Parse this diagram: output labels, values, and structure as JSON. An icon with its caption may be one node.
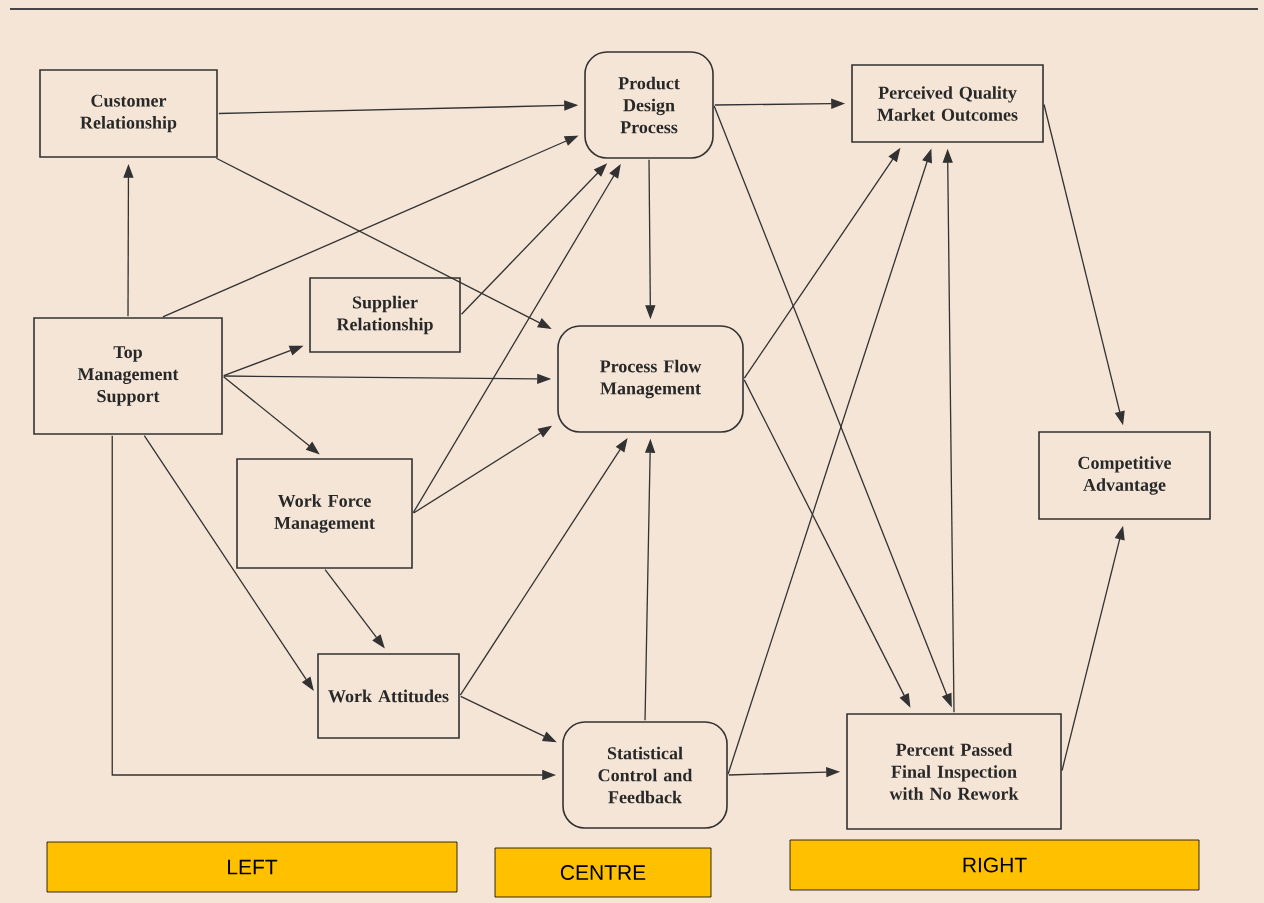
{
  "diagram": {
    "nodes": [
      {
        "text": [
          "Customer Relationship"
        ]
      },
      {
        "text": [
          "Product Design Process"
        ]
      },
      {
        "text": [
          "Perceived Quality Market Outcomes"
        ]
      },
      {
        "text": [
          "Supplier Relationship"
        ]
      },
      {
        "text": [
          "Top Management Support"
        ]
      },
      {
        "text": [
          "Process Flow Management"
        ]
      },
      {
        "text": [
          "Work Force Management"
        ]
      },
      {
        "text": [
          "Competitive Advantage"
        ]
      },
      {
        "text": [
          "Work Attitudes"
        ]
      },
      {
        "text": [
          "Statistical Control and Feedback"
        ]
      },
      {
        "text": [
          "Percent Passed Final Inspection with No Rework"
        ]
      },
      {
        "text": [
          "LEFT"
        ]
      },
      {
        "text": [
          "CENTRE"
        ]
      },
      {
        "text": [
          "RIGHT"
        ]
      }
    ],
    "edges": [
      {
        "from": 0,
        "to": 1,
        "arrow": "to"
      },
      {
        "from": 0,
        "to": 5,
        "arrow": "to"
      },
      {
        "from": 4,
        "to": 0,
        "arrow": "to"
      },
      {
        "from": 4,
        "to": 1,
        "arrow": "to"
      },
      {
        "from": 3,
        "to": 1,
        "arrow": "to"
      },
      {
        "from": 4,
        "to": 3,
        "arrow": "to"
      },
      {
        "from": 4,
        "to": 5,
        "arrow": "to"
      },
      {
        "from": 4,
        "to": 6,
        "arrow": "to"
      },
      {
        "from": 4,
        "to": 8,
        "arrow": "to"
      },
      {
        "from": 4,
        "to": 9,
        "arrow": "to"
      },
      {
        "from": 6,
        "to": 1,
        "arrow": "to"
      },
      {
        "from": 6,
        "to": 5,
        "arrow": "to"
      },
      {
        "from": 6,
        "to": 8,
        "arrow": "to"
      },
      {
        "from": 8,
        "to": 5,
        "arrow": "to"
      },
      {
        "from": 8,
        "to": 9,
        "arrow": "to"
      },
      {
        "from": 1,
        "to": 5,
        "arrow": "to"
      },
      {
        "from": 1,
        "to": 2,
        "arrow": "to"
      },
      {
        "from": 1,
        "to": 10,
        "arrow": "to"
      },
      {
        "from": 5,
        "to": 2,
        "arrow": "to"
      },
      {
        "from": 5,
        "to": 10,
        "arrow": "to"
      },
      {
        "from": 9,
        "to": 5,
        "arrow": "to"
      },
      {
        "from": 9,
        "to": 2,
        "arrow": "to"
      },
      {
        "from": 9,
        "to": 10,
        "arrow": "to"
      },
      {
        "from": 10,
        "to": 2,
        "arrow": "to"
      },
      {
        "from": 2,
        "to": 7,
        "arrow": "to"
      },
      {
        "from": 10,
        "to": 7,
        "arrow": "to"
      }
    ]
  }
}
